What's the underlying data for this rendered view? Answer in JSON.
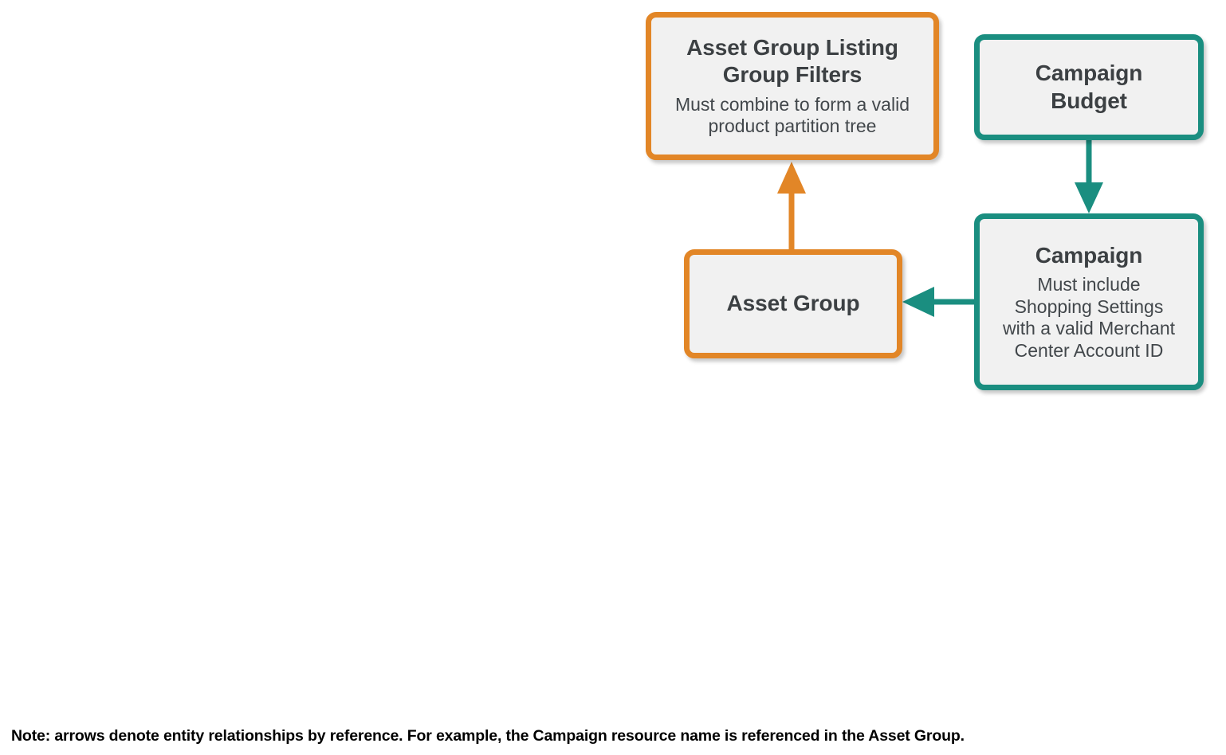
{
  "diagram": {
    "type": "entity-relationship",
    "background": "#FFFFFF",
    "colors": {
      "orange": "#E28627",
      "teal": "#1A8E80",
      "box_fill": "#F1F1F1",
      "title_text": "#3C4043",
      "subtitle_text": "#42474B",
      "note_text": "#000000"
    },
    "nodes": [
      {
        "id": "asset-group-listing-group-filters",
        "title": "Asset Group Listing\nGroup Filters",
        "subtitle": "Must combine to form a valid\nproduct partition tree",
        "color": "orange"
      },
      {
        "id": "asset-group",
        "title": "Asset Group",
        "subtitle": "",
        "color": "orange"
      },
      {
        "id": "campaign-budget",
        "title": "Campaign\nBudget",
        "subtitle": "",
        "color": "teal"
      },
      {
        "id": "campaign",
        "title": "Campaign",
        "subtitle": "Must include\nShopping Settings\nwith a valid Merchant\nCenter Account ID",
        "color": "teal"
      }
    ],
    "edges": [
      {
        "id": "edge-asset-group-to-filters",
        "from": "asset-group",
        "to": "asset-group-listing-group-filters",
        "direction": "up",
        "color": "orange"
      },
      {
        "id": "edge-budget-to-campaign",
        "from": "campaign-budget",
        "to": "campaign",
        "direction": "down",
        "color": "teal"
      },
      {
        "id": "edge-campaign-to-asset-group",
        "from": "campaign",
        "to": "asset-group",
        "direction": "left",
        "color": "teal"
      }
    ],
    "note": "Note: arrows denote entity relationships by reference. For example, the Campaign resource name is referenced in the Asset Group."
  }
}
